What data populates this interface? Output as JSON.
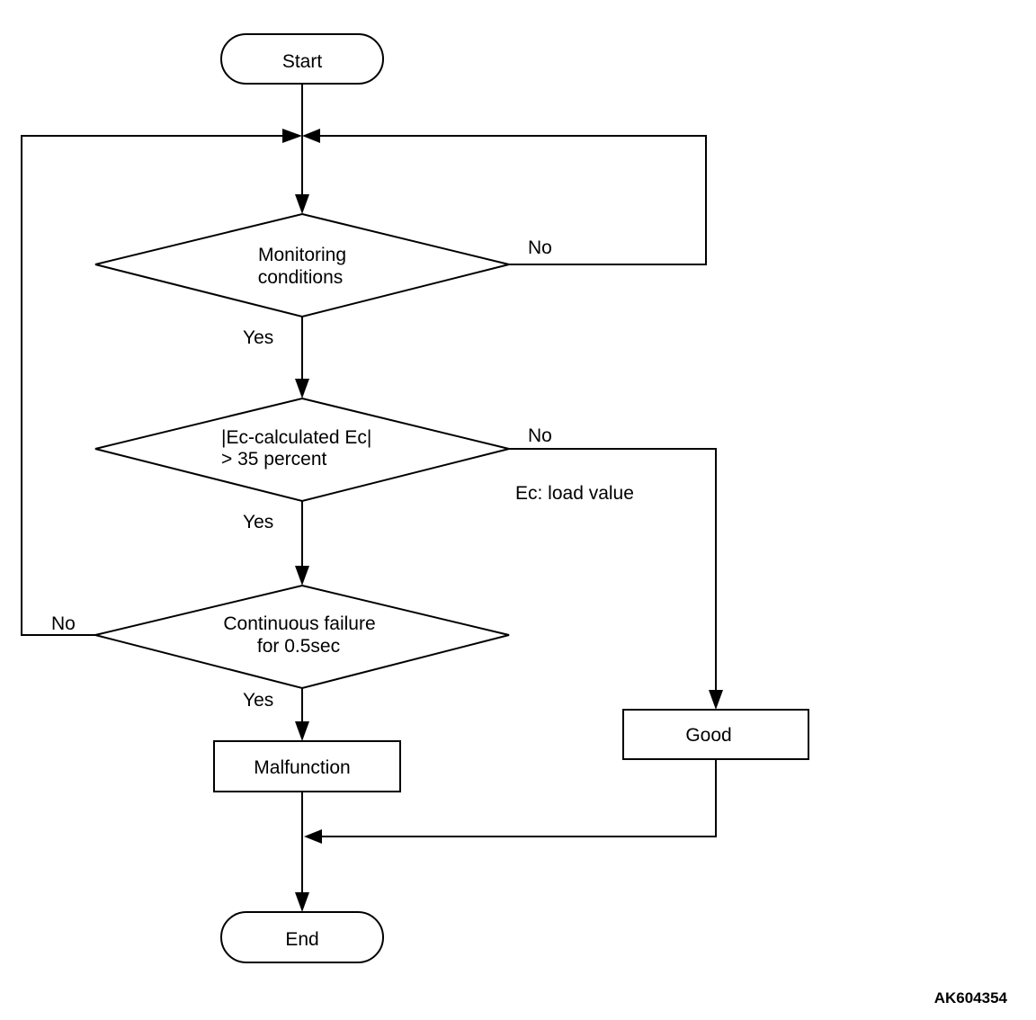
{
  "flowchart": {
    "start": "Start",
    "end": "End",
    "decision1": {
      "line1": "Monitoring",
      "line2": "conditions",
      "yes": "Yes",
      "no": "No"
    },
    "decision2": {
      "line1": "|Ec-calculated Ec|",
      "line2": "> 35 percent",
      "yes": "Yes",
      "no": "No"
    },
    "decision3": {
      "line1": "Continuous failure",
      "line2": "for 0.5sec",
      "yes": "Yes",
      "no": "No"
    },
    "malfunction": "Malfunction",
    "good": "Good",
    "note": "Ec: load value"
  },
  "figure_id": "AK604354"
}
